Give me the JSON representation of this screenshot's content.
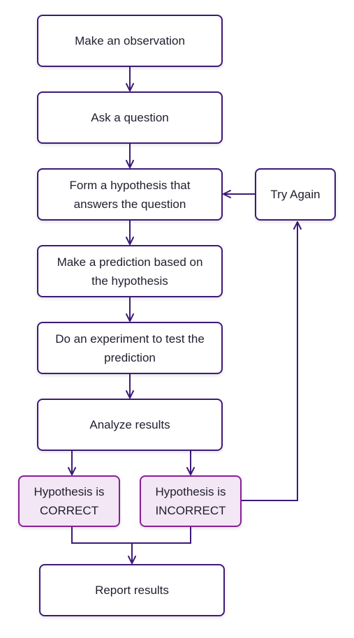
{
  "colors": {
    "stroke": "#3d1a78",
    "outcome_stroke": "#8a1f9a",
    "outcome_fill": "#f3e6f5",
    "text": "#1f1f2e"
  },
  "nodes": {
    "observation": "Make an observation",
    "question": "Ask a question",
    "hypothesis": "Form a hypothesis that\nanswers the question",
    "prediction": "Make a prediction based on\nthe hypothesis",
    "experiment": "Do an experiment to test the\nprediction",
    "analyze": "Analyze results",
    "correct": "Hypothesis is\nCORRECT",
    "incorrect": "Hypothesis is\nINCORRECT",
    "report": "Report results",
    "try_again": "Try Again"
  }
}
